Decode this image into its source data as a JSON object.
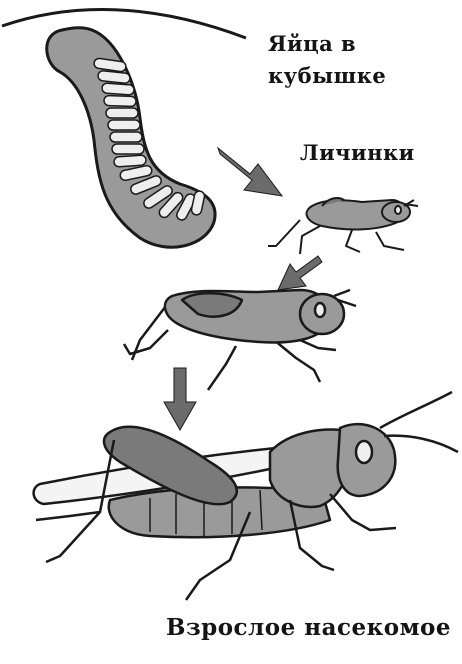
{
  "labels": {
    "eggs": "Яйца в\nкубышке",
    "larvae": "Личинки",
    "adult": "Взрослое насекомое"
  },
  "stages": [
    {
      "stage": "eggs",
      "icon": "egg-pod-icon"
    },
    {
      "stage": "larvae",
      "icon": "small-larva-icon"
    },
    {
      "stage": "larvae",
      "icon": "large-larva-icon"
    },
    {
      "stage": "adult",
      "icon": "adult-grasshopper-icon"
    }
  ],
  "colors": {
    "outline": "#1a1a1a",
    "body_fill": "#9a9a9a",
    "dark_fill": "#7a7a7a",
    "wing_fill": "#f4f4f4",
    "arrow_fill": "#6b6b6b",
    "egg_fill": "#eeeeee"
  }
}
